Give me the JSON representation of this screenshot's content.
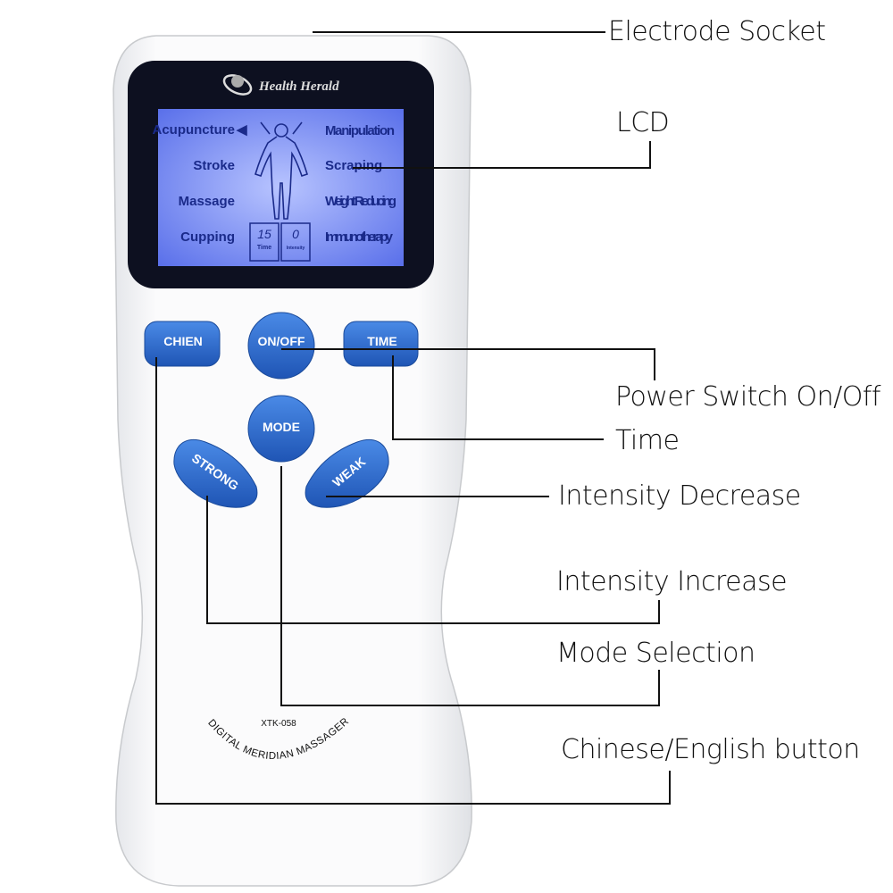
{
  "device": {
    "brand": "Health Herald",
    "model": "XTK-058",
    "product_name": "DIGITAL MERIDIAN MASSAGER",
    "lcd": {
      "left_modes": [
        "Acupuncture",
        "Stroke",
        "Massage",
        "Cupping"
      ],
      "right_modes": [
        "Manipulation",
        "Scraping",
        "Weight Reducing",
        "Immunotherapy"
      ],
      "selected_indicator": "◀",
      "time_value": "15",
      "time_label": "Time",
      "intensity_value": "0",
      "intensity_label": "Intensity"
    },
    "buttons": {
      "chien": "CHIEN",
      "onoff": "ON/OFF",
      "time": "TIME",
      "mode": "MODE",
      "strong": "STRONG",
      "weak": "WEAK"
    },
    "colors": {
      "button": "#2f6fd0",
      "lcd": "#6d86f0",
      "frame": "#0d1020"
    }
  },
  "callouts": {
    "electrode_socket": "Electrode Socket",
    "lcd": "LCD",
    "power": "Power Switch On/Off",
    "time": "Time",
    "intensity_decrease": "Intensity Decrease",
    "intensity_increase": "Intensity Increase",
    "mode_selection": "Mode Selection",
    "chinese_english": "Chinese/English button"
  }
}
